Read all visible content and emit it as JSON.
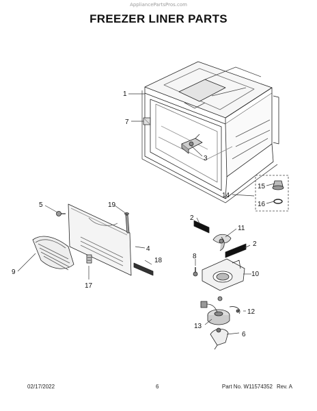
{
  "watermark": "AppliancePartsPros.com",
  "title": "FREEZER LINER PARTS",
  "callouts": {
    "c1": "1",
    "c7": "7",
    "c3": "3",
    "c14": "14",
    "c15": "15",
    "c16": "16",
    "c5": "5",
    "c19": "19",
    "c4": "4",
    "c18": "18",
    "c9": "9",
    "c17": "17",
    "c2a": "2",
    "c11": "11",
    "c2b": "2",
    "c8": "8",
    "c10": "10",
    "c12": "12",
    "c13": "13",
    "c6": "6"
  },
  "footer": {
    "date": "02/17/2022",
    "page": "6",
    "part_no": "Part No. W11574352",
    "rev": "Rev. A"
  }
}
